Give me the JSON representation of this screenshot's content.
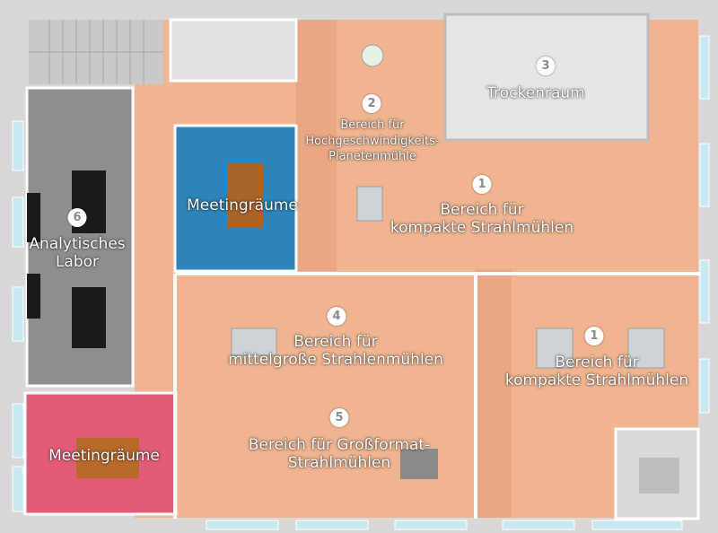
{
  "floor_plan": {
    "areas": [
      {
        "id": "area-1-top",
        "number": "1",
        "lines": [
          "Bereich für",
          "kompakte Strahlmühlen"
        ]
      },
      {
        "id": "area-2",
        "number": "2",
        "lines": [
          "Bereich für",
          "Hochgeschwindigkeits-",
          "Planetenmühle"
        ]
      },
      {
        "id": "area-3",
        "number": "3",
        "lines": [
          "Trockenraum"
        ]
      },
      {
        "id": "area-4",
        "number": "4",
        "lines": [
          "Bereich für",
          "mittelgroße Strahlenmühlen"
        ]
      },
      {
        "id": "area-5",
        "number": "5",
        "lines": [
          "Bereich für Großformat-",
          "Strahlmühlen"
        ]
      },
      {
        "id": "area-6",
        "number": "6",
        "lines": [
          "Analytisches",
          "Labor"
        ]
      },
      {
        "id": "area-1-right",
        "number": "1",
        "lines": [
          "Bereich für",
          "kompakte Strahlmühlen"
        ]
      }
    ],
    "meeting_rooms": [
      {
        "id": "meeting-blue",
        "label": "Meetingräume"
      },
      {
        "id": "meeting-pink",
        "label": "Meetingräume"
      }
    ],
    "colors": {
      "wall": "#d6d6d6",
      "floor": "#f0b590",
      "meeting_blue": "#2c84b8",
      "meeting_pink": "#e25c78",
      "lab": "#8c8c8c",
      "drying_room": "#e6e6e6"
    }
  }
}
